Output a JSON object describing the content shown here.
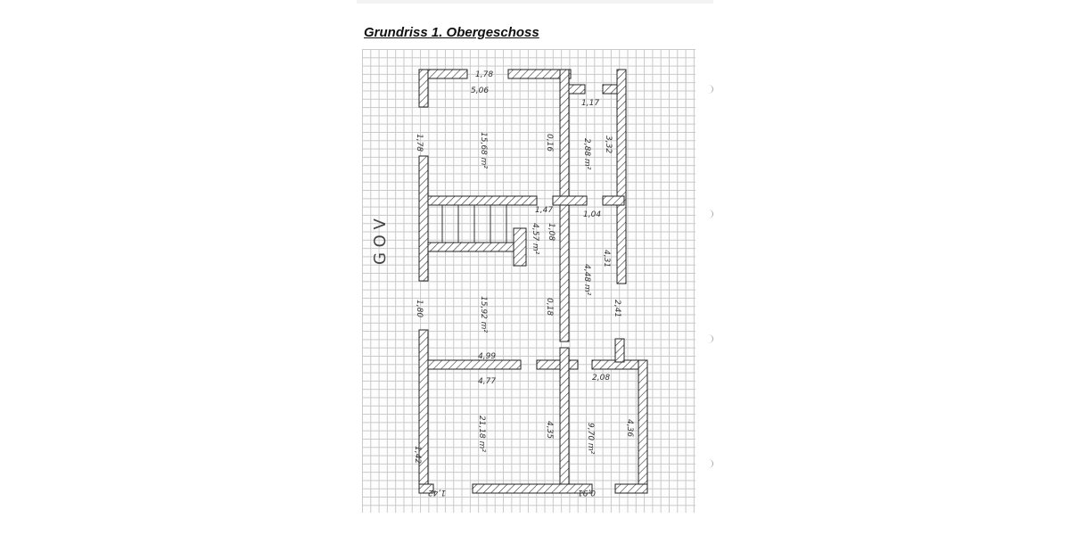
{
  "title": "Grundriss 1. Obergeschoss",
  "north_mark": "G O V",
  "dimensions": {
    "d1": "1,78",
    "d2": "5,06",
    "d3": "1,17",
    "d4": "1,78",
    "d5": "15,68 m²",
    "d6": "0,16",
    "d7": "2,88 m²",
    "d8": "3,32",
    "d9": "1,47",
    "d10": "1,04",
    "d11": "4,57 m²",
    "d12": "1,08",
    "d13": "4,31",
    "d14": "4,48 m²",
    "d15": "1,80",
    "d16": "15,92 m²",
    "d17": "0,18",
    "d18": "2,41",
    "d19": "4,99",
    "d20": "4,77",
    "d21": "2,08",
    "d22": "21,18 m²",
    "d23": "4,35",
    "d24": "9,70 m²",
    "d25": "4,36",
    "d26": "1,42",
    "d27": "1,42",
    "d28": "0,91"
  }
}
